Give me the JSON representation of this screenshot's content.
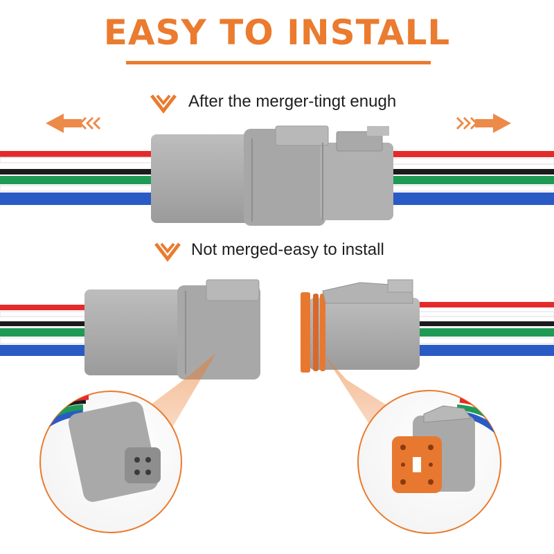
{
  "title": "EASY TO INSTALL",
  "captions": {
    "merged": "After the merger-tingt enugh",
    "unmerged": "Not merged-easy to install"
  },
  "colors": {
    "accent": "#ea7b2f",
    "housing": "#a8a8a8",
    "seal": "#e8782f",
    "wire_red": "#e32b2b",
    "wire_green": "#1f9a55",
    "wire_blue": "#2a5bc4",
    "wire_black": "#1b1b1b"
  },
  "icons": [
    "chevron-down-icon",
    "arrow-left-icon",
    "arrow-right-icon"
  ]
}
